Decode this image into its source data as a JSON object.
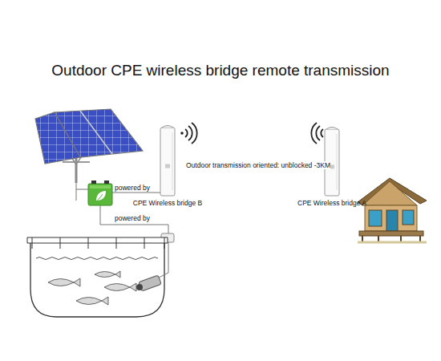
{
  "diagram": {
    "title": "Outdoor CPE wireless bridge remote transmission",
    "nodes": [
      {
        "text": [
          "CPE Wireless bridge B"
        ]
      },
      {
        "text": [
          "CPE Wireless bridge A"
        ]
      }
    ],
    "labels": [
      "powered by",
      "powered by",
      "Outdoor transmission oriented: unblocked -3KM"
    ]
  }
}
